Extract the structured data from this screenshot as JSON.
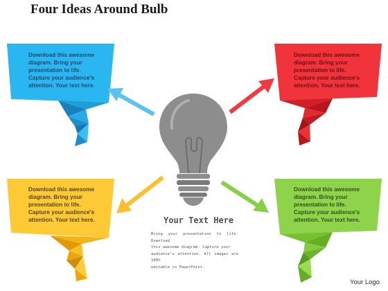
{
  "title": "Four Ideas Around Bulb",
  "colors": {
    "blue": "#28b6f0",
    "red": "#f0333a",
    "yellow": "#fcc934",
    "green": "#8fd34c",
    "bulb": "#8d8d8d"
  },
  "boxes": [
    {
      "position": "top-left",
      "color": "blue",
      "text": "Download this awesome\ndiagram. Bring your\npresentation to life.\nCapture your audience's\nattention. Your text here."
    },
    {
      "position": "top-right",
      "color": "red",
      "text": "Download this awesome\ndiagram. Bring your\npresentation to life.\nCapture your audience's\nattention. Your text here."
    },
    {
      "position": "bottom-left",
      "color": "yellow",
      "text": "Download this awesome\ndiagram. Bring your\npresentation to life.\nCapture your audience's\nattention. Your text here."
    },
    {
      "position": "bottom-right",
      "color": "green",
      "text": "Download this awesome\ndiagram. Bring your\npresentation to life.\nCapture your audience's\nattention. Your text here."
    }
  ],
  "center": {
    "icon": "light-bulb-icon",
    "heading": "Your Text Here",
    "body": "Bring your presentation to life. Download\nthis awesome diagram. Capture your\naudience's attention. All images are 100%\neditable in PowerPoint."
  },
  "logo": "Your Logo"
}
